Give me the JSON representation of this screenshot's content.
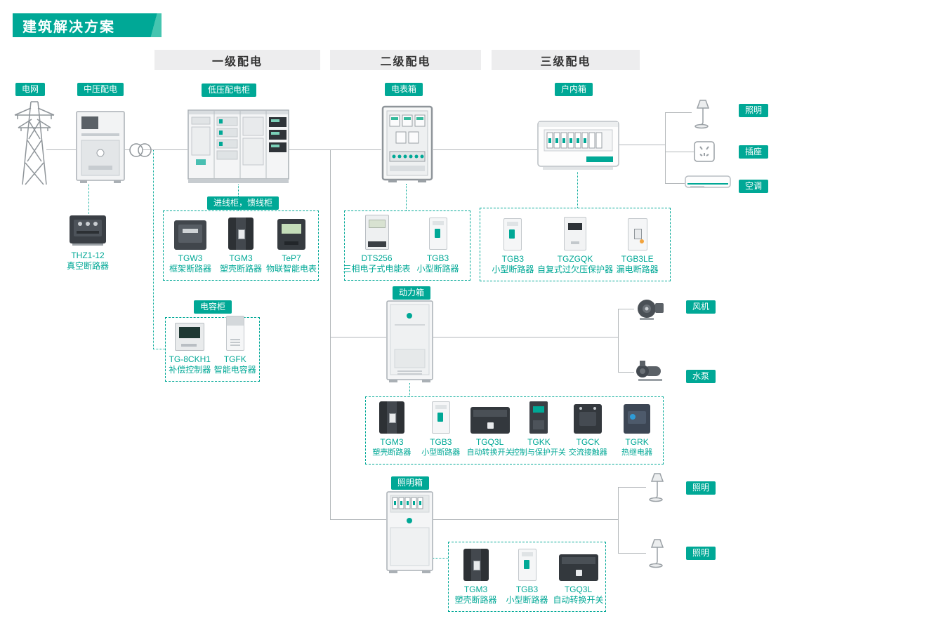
{
  "title": "建筑解决方案",
  "colors": {
    "accent": "#00a896",
    "accent-light": "#45c5b0",
    "header-bg": "#ededee",
    "line": "#b3b7ba",
    "text": "#333333"
  },
  "section_headers": [
    {
      "label": "一级配电"
    },
    {
      "label": "二级配电"
    },
    {
      "label": "三级配电"
    }
  ],
  "labels": {
    "grid": "电网",
    "mv_distribution": "中压配电",
    "lv_cabinet": "低压配电柜",
    "meter_box": "电表箱",
    "indoor_box": "户内箱",
    "incoming_feeder": "进线柜，馈线柜",
    "capacitor_cabinet": "电容柜",
    "power_box": "动力箱",
    "lighting_box": "照明箱",
    "lighting_top": "照明",
    "socket": "插座",
    "air_conditioner": "空调",
    "fan": "风机",
    "water_pump": "水泵",
    "lighting_mid": "照明",
    "lighting_bottom": "照明"
  },
  "icons": {
    "tower": "transmission-tower-icon",
    "transformer": "transformer-symbol-icon",
    "lamp": "lamp-icon",
    "socket": "socket-icon",
    "air_conditioner": "air-conditioner-icon",
    "fan": "fan-icon",
    "water_pump": "water-pump-icon"
  },
  "standalone": {
    "thz": {
      "name": "THZ1-12",
      "desc": "真空断路器"
    }
  },
  "groups": [
    {
      "id": "incoming-feeder",
      "products": [
        {
          "name": "TGW3",
          "desc": "框架断路器"
        },
        {
          "name": "TGM3",
          "desc": "塑壳断路器"
        },
        {
          "name": "TeP7",
          "desc": "物联智能电表"
        }
      ]
    },
    {
      "id": "capacitor",
      "products": [
        {
          "name": "TG-8CKH1",
          "desc": "补偿控制器"
        },
        {
          "name": "TGFK",
          "desc": "智能电容器"
        }
      ]
    },
    {
      "id": "meter-box",
      "products": [
        {
          "name": "DTS256",
          "desc": "三相电子式电能表"
        },
        {
          "name": "TGB3",
          "desc": "小型断路器"
        }
      ]
    },
    {
      "id": "indoor-box",
      "products": [
        {
          "name": "TGB3",
          "desc": "小型断路器"
        },
        {
          "name": "TGZGQK",
          "desc": "自复式过欠压保护器"
        },
        {
          "name": "TGB3LE",
          "desc": "漏电断路器"
        }
      ]
    },
    {
      "id": "power-box",
      "products": [
        {
          "name": "TGM3",
          "desc": "塑壳断路器"
        },
        {
          "name": "TGB3",
          "desc": "小型断路器"
        },
        {
          "name": "TGQ3L",
          "desc": "自动转换开关"
        },
        {
          "name": "TGKK",
          "desc": "控制与保护开关"
        },
        {
          "name": "TGCK",
          "desc": "交流接触器"
        },
        {
          "name": "TGRK",
          "desc": "热继电器"
        }
      ]
    },
    {
      "id": "lighting-box",
      "products": [
        {
          "name": "TGM3",
          "desc": "塑壳断路器"
        },
        {
          "name": "TGB3",
          "desc": "小型断路器"
        },
        {
          "name": "TGQ3L",
          "desc": "自动转换开关"
        }
      ]
    }
  ]
}
